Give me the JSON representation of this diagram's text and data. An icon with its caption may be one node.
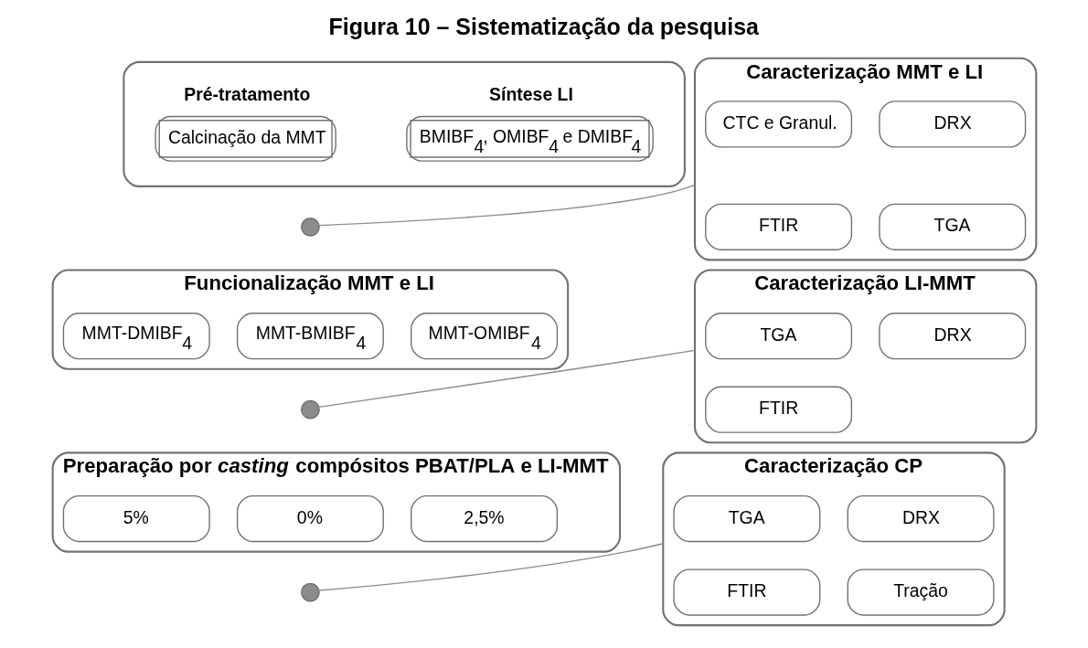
{
  "diagram": {
    "title": "Figura 10 – Sistematização da pesquisa",
    "nodes": [
      {
        "text": [],
        "shape": "box"
      },
      {
        "text": [
          "Pré-tratamento",
          "Calcinação da MMT"
        ],
        "in": 0
      },
      {
        "text": [
          "Síntese LI",
          "BMIBF$_{4}$, OMIBF$_{4}$ e DMIBF$_{4}$"
        ],
        "in": 0
      },
      {
        "text": [
          "Caracterização MMT e LI"
        ]
      },
      {
        "text": [
          "CTC e Granul."
        ],
        "in": 3
      },
      {
        "text": [
          "DRX"
        ],
        "in": 3
      },
      {
        "text": [
          "FTIR"
        ],
        "in": 3
      },
      {
        "text": [
          "TGA"
        ],
        "in": 3
      },
      {
        "text": [],
        "shape": "circle"
      },
      {
        "text": [
          "Funcionalização MMT e LI"
        ]
      },
      {
        "text": [
          "MMT-BMIBF$_{4}$"
        ],
        "in": 9
      },
      {
        "text": [
          "MMT-OMIBF$_{4}$"
        ],
        "in": 9
      },
      {
        "text": [
          "MMT-DMIBF$_{4}$"
        ],
        "in": 9
      },
      {
        "text": [
          "Caracterização LI-MMT"
        ]
      },
      {
        "text": [
          "TGA"
        ],
        "in": 13
      },
      {
        "text": [
          "DRX"
        ],
        "in": 13
      },
      {
        "text": [
          "FTIR"
        ],
        "in": 13
      },
      {
        "text": [],
        "shape": "circle"
      },
      {
        "text": [
          "Preparação por *casting* compósitos PBAT/PLA e LI-MMT"
        ]
      },
      {
        "text": [
          "0%"
        ],
        "in": 18
      },
      {
        "text": [
          "2,5%"
        ],
        "in": 18
      },
      {
        "text": [
          "5%"
        ],
        "in": 18
      },
      {
        "text": [
          "Caracterização CP"
        ]
      },
      {
        "text": [
          "TGA"
        ],
        "in": 22
      },
      {
        "text": [
          "DRX"
        ],
        "in": 22
      },
      {
        "text": [
          "FTIR"
        ],
        "in": 22
      },
      {
        "text": [
          "Tração"
        ],
        "in": 22
      },
      {
        "text": [],
        "shape": "circle"
      }
    ],
    "edges": [
      {
        "from": 8,
        "to": 3,
        "arrow": "none"
      },
      {
        "from": 17,
        "to": 13,
        "arrow": "none"
      },
      {
        "from": 27,
        "to": 22,
        "arrow": "none"
      }
    ]
  }
}
